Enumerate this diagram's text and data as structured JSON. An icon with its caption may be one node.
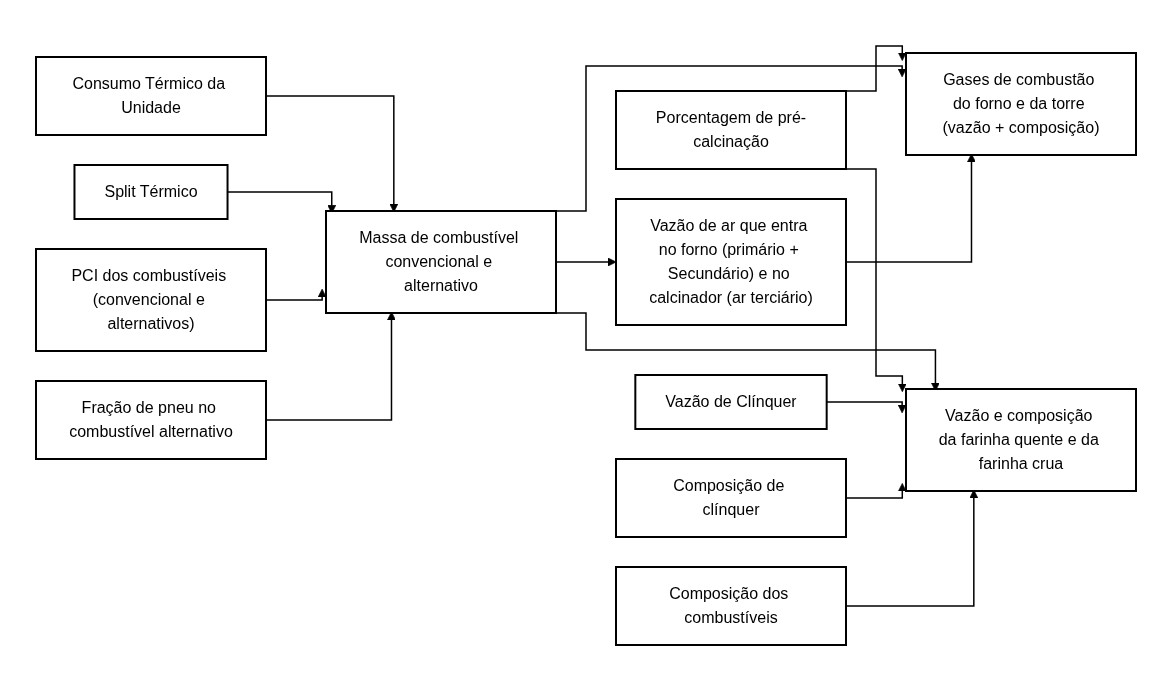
{
  "diagram": {
    "nodes": [
      {
        "text": [
          "Gases de combustão do forno e da torre (vazão + composição)"
        ]
      },
      {
        "text": [
          "Porcentagem de pré-calcinação"
        ]
      },
      {
        "text": [
          "Consumo Térmico da Unidade"
        ]
      },
      {
        "text": [
          "Split Térmico"
        ]
      },
      {
        "text": [
          "PCI dos combustíveis (convencional e alternativos)"
        ]
      },
      {
        "text": [
          "Fração de pneu no combustível alternativo"
        ]
      },
      {
        "text": [
          "Massa de combustível convencional e alternativo"
        ]
      },
      {
        "text": [
          "Vazão de ar que entra no forno (primário + Secundário) e no calcinador (ar terciário)"
        ]
      },
      {
        "text": [
          "Vazão de Clínquer"
        ]
      },
      {
        "text": [
          "Composição de clínquer"
        ]
      },
      {
        "text": [
          "Composição dos combustíveis"
        ]
      },
      {
        "text": [
          "Vazão e composição da farinha quente e da farinha crua"
        ]
      }
    ],
    "edges": [
      {
        "from": 1,
        "to": 0,
        "arrow": "to"
      },
      {
        "from": 2,
        "to": 6,
        "arrow": "to"
      },
      {
        "from": 3,
        "to": 6,
        "arrow": "to"
      },
      {
        "from": 4,
        "to": 6,
        "arrow": "to"
      },
      {
        "from": 5,
        "to": 6,
        "arrow": "to"
      },
      {
        "from": 6,
        "to": 7,
        "arrow": "to"
      },
      {
        "from": 6,
        "to": 0,
        "arrow": "to"
      },
      {
        "from": 7,
        "to": 0,
        "arrow": "to"
      },
      {
        "from": 6,
        "to": 11,
        "arrow": "to"
      },
      {
        "from": 1,
        "to": 11,
        "arrow": "to"
      },
      {
        "from": 8,
        "to": 11,
        "arrow": "to"
      },
      {
        "from": 9,
        "to": 11,
        "arrow": "to"
      },
      {
        "from": 10,
        "to": 11,
        "arrow": "to"
      }
    ]
  }
}
